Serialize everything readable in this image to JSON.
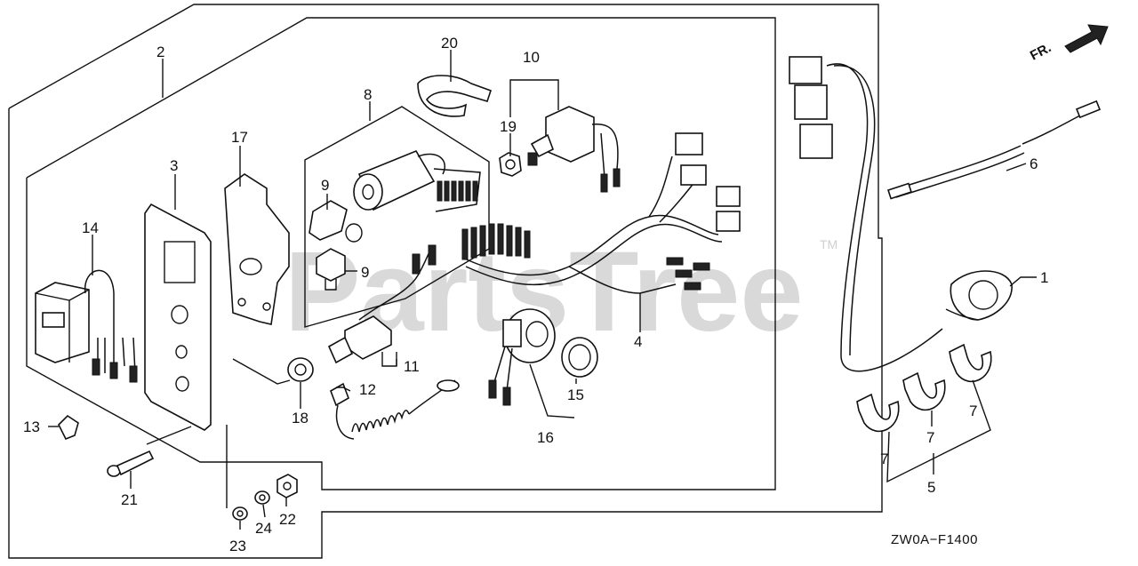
{
  "watermark": {
    "text": "PartsTree",
    "tm": "TM"
  },
  "orientation": {
    "label": "FR."
  },
  "diagram_code": "ZW0A−F1400",
  "callouts": {
    "c1": "1",
    "c2": "2",
    "c3": "3",
    "c4": "4",
    "c5": "5",
    "c6": "6",
    "c7a": "7",
    "c7b": "7",
    "c7c": "7",
    "c8": "8",
    "c9a": "9",
    "c9b": "9",
    "c10": "10",
    "c11": "11",
    "c12": "12",
    "c13": "13",
    "c14": "14",
    "c15": "15",
    "c16": "16",
    "c17": "17",
    "c18": "18",
    "c19": "19",
    "c20": "20",
    "c21": "21",
    "c22": "22",
    "c23": "23",
    "c24": "24"
  }
}
